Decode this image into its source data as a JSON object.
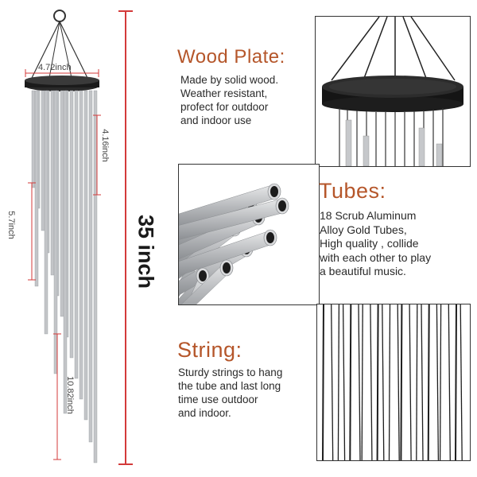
{
  "colors": {
    "accent": "#b5562a",
    "dimension_red": "#d33a3a",
    "tube": "#b9bcc0",
    "wood": "#1b1b1b",
    "text": "#2a2a2a"
  },
  "product_figure": {
    "width_label": "4.72inch",
    "short_tube_label": "4.16inch",
    "mid_tube_label": "5.7inch",
    "long_tube_label": "10.82inch",
    "total_length_label": "35 inch"
  },
  "sections": {
    "wood_plate": {
      "title": "Wood Plate:",
      "lines": [
        "Made by solid wood.",
        "Weather resistant,",
        "profect for outdoor",
        "and indoor use"
      ]
    },
    "tubes": {
      "title": "Tubes:",
      "lines": [
        "18 Scrub Aluminum",
        "Alloy Gold Tubes,",
        "High quality , collide",
        "with each other to play",
        "a beautiful music."
      ]
    },
    "string": {
      "title": "String:",
      "lines": [
        "Sturdy strings to hang",
        "the tube and last long",
        "time use outdoor",
        "and indoor."
      ]
    }
  },
  "icons": {
    "plate_photo": "wood-plate-closeup-icon",
    "tubes_photo": "tubes-closeup-icon",
    "string_photo": "strings-closeup-icon"
  }
}
